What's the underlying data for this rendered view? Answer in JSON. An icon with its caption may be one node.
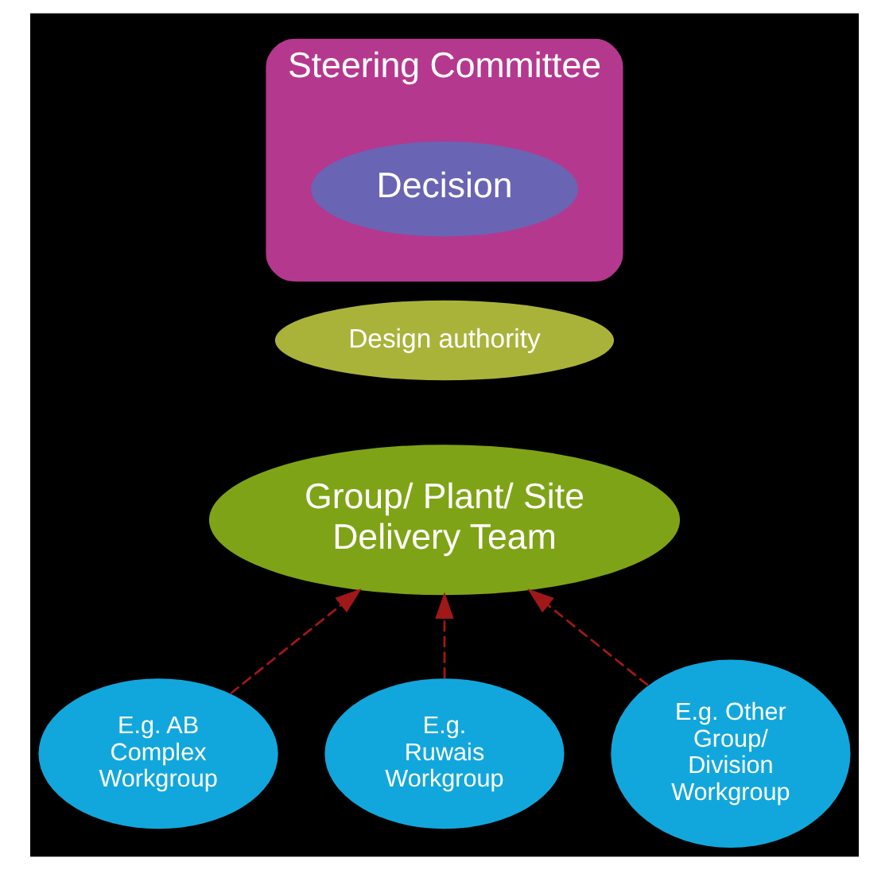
{
  "diagram": {
    "nodes": [
      {
        "text": [
          "Steering Committee"
        ]
      },
      {
        "text": [
          "Decision"
        ],
        "in": 0
      },
      {
        "text": [
          "Design authority"
        ]
      },
      {
        "text": [
          "Group/ Plant/ Site",
          "Delivery Team"
        ]
      },
      {
        "text": [
          "E.g. AB Complex Workgroup"
        ]
      },
      {
        "text": [
          "E.g. Ruwais Workgroup"
        ]
      },
      {
        "text": [
          "E.g. Other Group/ Division Workgroup"
        ]
      }
    ],
    "edges": [
      {
        "from": 4,
        "to": 3,
        "arrow": "to",
        "style": "dashed"
      },
      {
        "from": 5,
        "to": 3,
        "arrow": "to",
        "style": "dashed"
      },
      {
        "from": 6,
        "to": 3,
        "arrow": "to",
        "style": "dashed"
      }
    ]
  }
}
